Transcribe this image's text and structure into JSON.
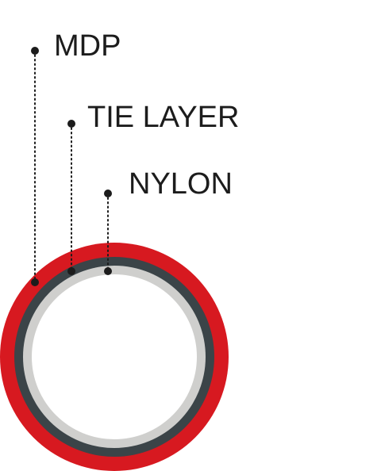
{
  "diagram": {
    "layers": [
      {
        "label": "MDP",
        "color": "#d71920"
      },
      {
        "label": "TIE LAYER",
        "color": "#3b4448"
      },
      {
        "label": "NYLON",
        "color": "#cfcfcd"
      }
    ],
    "inner_color": "#ffffff",
    "callout_color": "#1c1c1c"
  }
}
